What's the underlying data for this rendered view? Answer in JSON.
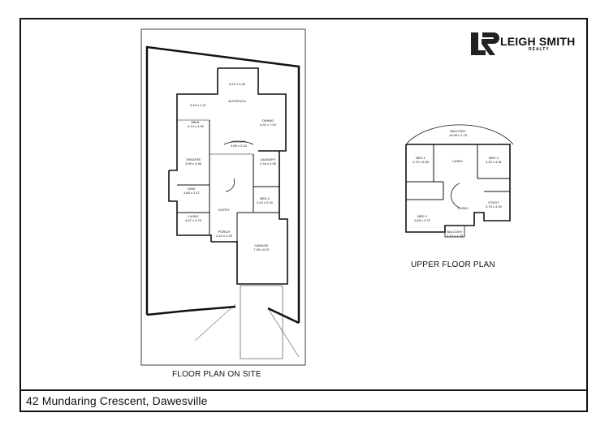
{
  "footer": {
    "address": "42 Mundaring Crescent, Dawesville"
  },
  "brand": {
    "name": "LEIGH SMITH",
    "sub": "REALTY"
  },
  "captions": {
    "ground": "FLOOR PLAN ON SITE",
    "upper": "UPPER FLOOR PLAN"
  },
  "ground_rooms": [
    {
      "name": "ALFRESCO",
      "dims": "9.43 x 1.47"
    },
    {
      "name": "",
      "dims": "6.22 x 5.45"
    },
    {
      "name": "MEAL",
      "dims": "4.14 x 4.30"
    },
    {
      "name": "DINING",
      "dims": "4.92 x 7.04"
    },
    {
      "name": "KITCHEN",
      "dims": "4.96 x 3.16"
    },
    {
      "name": "THEATRE",
      "dims": "3.90 x 4.46"
    },
    {
      "name": "LAUNDRY",
      "dims": "2.34 x 2.55"
    },
    {
      "name": "DINE",
      "dims": "3.66 x 3.17"
    },
    {
      "name": "BED 4",
      "dims": "3.44 x 3.40"
    },
    {
      "name": "LIVING",
      "dims": "4.07 x 3.75"
    },
    {
      "name": "ENTRY",
      "dims": ""
    },
    {
      "name": "PORCH",
      "dims": "2.44 x 2.20"
    },
    {
      "name": "GARAGE",
      "dims": "7.39 x 6.37"
    }
  ],
  "upper_rooms": [
    {
      "name": "BALCONY",
      "dims": "14.08 x 2.75"
    },
    {
      "name": "BED 1",
      "dims": "4.70 x 6.05"
    },
    {
      "name": "LIVING",
      "dims": ""
    },
    {
      "name": "BED 3",
      "dims": "4.23 x 4.51"
    },
    {
      "name": "BED 2",
      "dims": "3.65 x 3.72"
    },
    {
      "name": "LIVING",
      "dims": ""
    },
    {
      "name": "STUDY",
      "dims": "3.75 x 3.30"
    },
    {
      "name": "BALCONY",
      "dims": "2.77 x 1.75"
    }
  ]
}
